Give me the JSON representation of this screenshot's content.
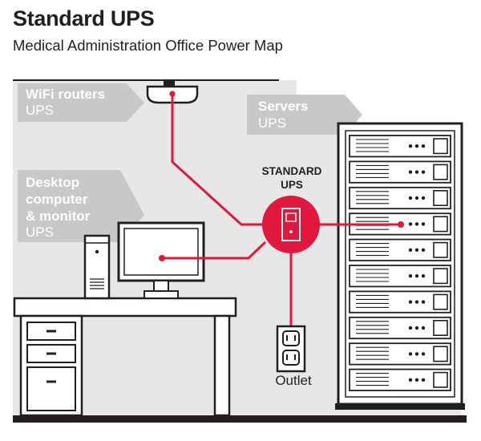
{
  "header": {
    "title": "Standard UPS",
    "subtitle": "Medical Administration Office Power Map"
  },
  "labels": {
    "wifi": {
      "name": "WiFi routers",
      "tag": "UPS"
    },
    "servers": {
      "name": "Servers",
      "tag": "UPS"
    },
    "desktop": {
      "line1": "Desktop",
      "line2": "computer",
      "line3": "& monitor",
      "tag": "UPS"
    },
    "ups": {
      "line1": "STANDARD",
      "line2": "UPS"
    },
    "outlet": "Outlet"
  },
  "colors": {
    "accent": "#e2173e",
    "wall": "#e7e7e7",
    "label_bg": "#c8c8c8",
    "ink": "#231f20"
  },
  "icons": [
    "wifi-router-icon",
    "server-rack-icon",
    "desktop-tower-icon",
    "monitor-icon",
    "desk-icon",
    "ups-icon",
    "wall-outlet-icon"
  ]
}
